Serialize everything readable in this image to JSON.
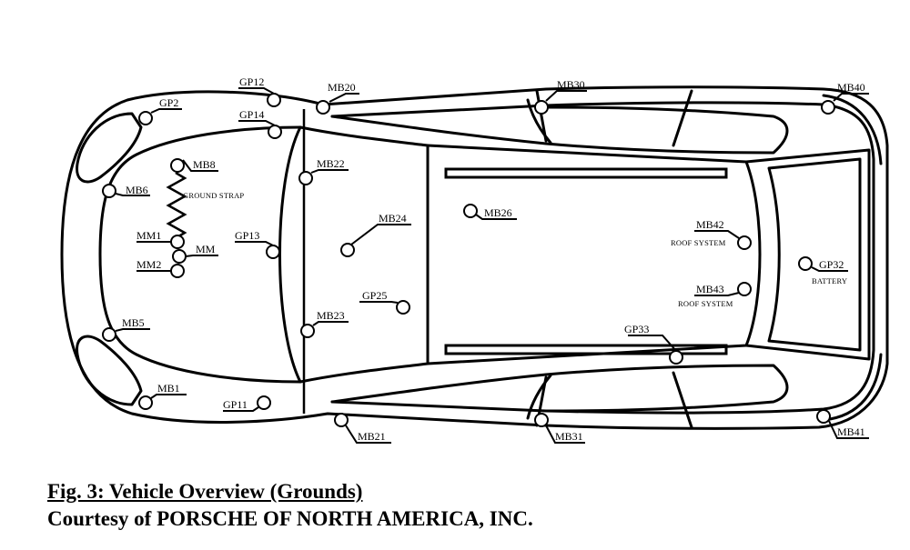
{
  "figure": {
    "title": "Fig. 3: Vehicle Overview (Grounds)",
    "credit": "Courtesy of PORSCHE OF NORTH AMERICA, INC."
  },
  "labels": {
    "gp12": "GP12",
    "mb20": "MB20",
    "mb30": "MB30",
    "mb40": "MB40",
    "gp2": "GP2",
    "gp14": "GP14",
    "mb8": "MB8",
    "ground_strap": "GROUND STRAP",
    "mb22": "MB22",
    "mb6": "MB6",
    "mb24": "MB24",
    "mb26": "MB26",
    "mb42": "MB42",
    "roof_system_1": "ROOF SYSTEM",
    "mm1": "MM1",
    "gp13": "GP13",
    "mm": "MM",
    "mm2": "MM2",
    "gp32": "GP32",
    "battery": "BATTERY",
    "mb43": "MB43",
    "roof_system_2": "ROOF SYSTEM",
    "gp25": "GP25",
    "mb23": "MB23",
    "mb5": "MB5",
    "gp33": "GP33",
    "mb1": "MB1",
    "gp11": "GP11",
    "mb21": "MB21",
    "mb31": "MB31",
    "mb41": "MB41"
  }
}
